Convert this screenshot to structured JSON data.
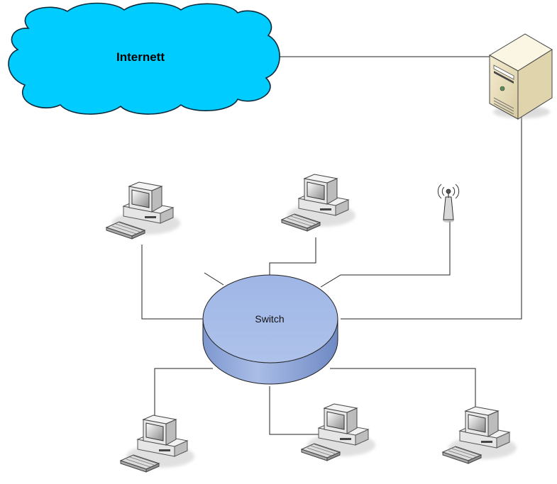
{
  "diagram": {
    "cloud": {
      "label": "Internett",
      "icon": "cloud-icon",
      "fill": "#00ccff"
    },
    "switch": {
      "label": "Switch",
      "icon": "switch-icon",
      "fill": "#9ab4e4"
    },
    "server": {
      "icon": "server-tower-icon",
      "fill": "#efe6c6"
    },
    "wireless_access_point": {
      "icon": "antenna-icon"
    },
    "workstations": [
      {
        "id": "pc-top-left",
        "icon": "desktop-computer-icon"
      },
      {
        "id": "pc-top-center",
        "icon": "desktop-computer-icon"
      },
      {
        "id": "pc-bottom-left",
        "icon": "desktop-computer-icon"
      },
      {
        "id": "pc-bottom-center",
        "icon": "desktop-computer-icon"
      },
      {
        "id": "pc-bottom-right",
        "icon": "desktop-computer-icon"
      }
    ]
  }
}
